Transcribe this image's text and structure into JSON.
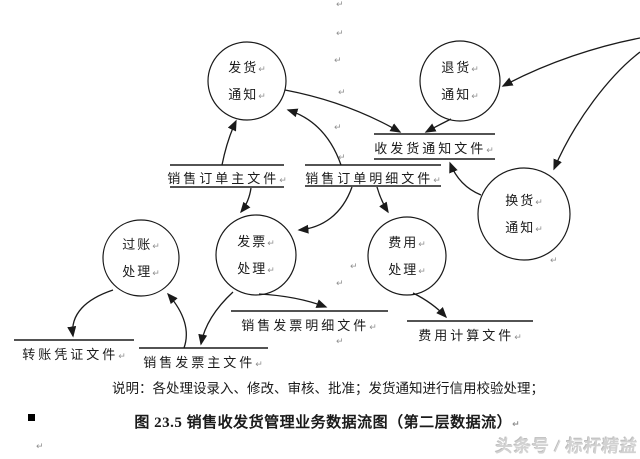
{
  "diagram": {
    "processes": [
      {
        "id": "shipping-notice",
        "line1": "发货",
        "line2": "通知"
      },
      {
        "id": "return-notice",
        "line1": "退货",
        "line2": "通知"
      },
      {
        "id": "exchange-notice",
        "line1": "换货",
        "line2": "通知"
      },
      {
        "id": "posting-process",
        "line1": "过账",
        "line2": "处理"
      },
      {
        "id": "invoice-process",
        "line1": "发票",
        "line2": "处理"
      },
      {
        "id": "expense-process",
        "line1": "费用",
        "line2": "处理"
      }
    ],
    "stores": [
      {
        "id": "sales-order-master",
        "label": "销售订单主文件"
      },
      {
        "id": "sales-order-detail",
        "label": "销售订单明细文件"
      },
      {
        "id": "shipping-receiving-notice-file",
        "label": "收发货通知文件"
      },
      {
        "id": "transfer-voucher-file",
        "label": "转账凭证文件"
      },
      {
        "id": "sales-invoice-master",
        "label": "销售发票主文件"
      },
      {
        "id": "sales-invoice-detail",
        "label": "销售发票明细文件"
      },
      {
        "id": "expense-calc-file",
        "label": "费用计算文件"
      }
    ],
    "flows": [
      {
        "from": "sales-order-master",
        "to": "shipping-notice"
      },
      {
        "from": "sales-order-detail",
        "to": "shipping-notice"
      },
      {
        "from": "shipping-notice",
        "to": "shipping-receiving-notice-file"
      },
      {
        "from": "return-notice",
        "to": "shipping-receiving-notice-file"
      },
      {
        "from": "offpage-right",
        "to": "return-notice"
      },
      {
        "from": "offpage-right",
        "to": "exchange-notice"
      },
      {
        "from": "exchange-notice",
        "to": "shipping-receiving-notice-file"
      },
      {
        "from": "sales-order-master",
        "to": "invoice-process"
      },
      {
        "from": "sales-order-detail",
        "to": "invoice-process"
      },
      {
        "from": "sales-order-detail",
        "to": "expense-process"
      },
      {
        "from": "sales-invoice-master",
        "to": "posting-process"
      },
      {
        "from": "invoice-process",
        "to": "sales-invoice-master"
      },
      {
        "from": "posting-process",
        "to": "transfer-voucher-file"
      },
      {
        "from": "invoice-process",
        "to": "sales-invoice-detail"
      },
      {
        "from": "expense-process",
        "to": "expense-calc-file"
      }
    ],
    "note": "说明：各处理设录入、修改、审核、批准；发货通知进行信用校验处理；",
    "caption": "图 23.5  销售收发货管理业务数据流图（第二层数据流）",
    "return_mark": "↵",
    "line_color": "#1a1a1a"
  },
  "watermark": {
    "text": "头条号 / 标杆精益"
  }
}
